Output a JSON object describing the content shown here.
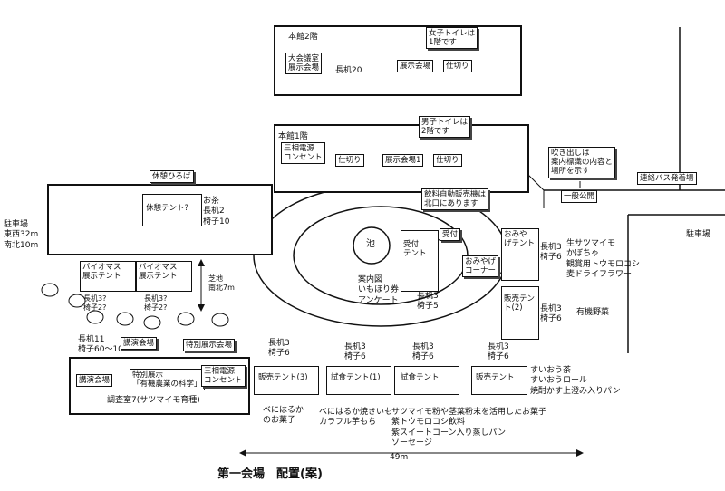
{
  "title": "第一会場　配置(案)",
  "honkan2": {
    "label": "本館2階",
    "daikaigi": "大会議室\n展示会場",
    "nagatsukue": "長机20",
    "tenji": "展示会場",
    "shikiri": "仕切り",
    "toilet": "女子トイレは\n1階です"
  },
  "honkan1": {
    "label": "本館1階",
    "sanso": "三相電源\nコンセント",
    "shikiri1": "仕切り",
    "tenji": "展示会場1",
    "shikiri2": "仕切り",
    "toilet": "男子トイレは\n2階です",
    "vending": "飲料自動販売機は\n北口にあります"
  },
  "fukidashi": "吹き出しは\n案内標識の内容と\n場所を示す",
  "ippan": "一般公開",
  "bus": "連絡バス発着場",
  "chusha_right": "駐車場",
  "chusha_left": "駐車場\n東西32m\n南北10m",
  "kyukei_sign": "休憩ひろば",
  "kyukei_tent": "休憩テント?",
  "ocha": "お茶\n長机2\n椅子10",
  "bio1": "バイオマス\n展示テント",
  "bio2": "バイオマス\n展示テント",
  "bio1_furn": "長机3?\n椅子2?",
  "bio2_furn": "長机3?\n椅子2?",
  "shiba": "芝地\n南北7m",
  "ike": "池",
  "uketsuke_tent": "受付\nテント",
  "uketsuke_sign": "受付",
  "annai": "案内図\nいもほり券\nアンケート",
  "center_furn": "長机3\n椅子5",
  "omiyage_tent": "おみや\nげテント",
  "omiyage_sign": "おみやげ\nコーナー",
  "omiyage_furn": "長机3\n椅子6",
  "omiyage_items": "生サツマイモ\nかぼちゃ\n観賞用トウモロコシ\n麦ドライフラワー",
  "hanbai2_tent": "販売テン\nト(2)",
  "hanbai2_furn": "長机3\n椅子6",
  "hanbai2_items": "有機野菜",
  "left_furn": "長机11\n椅子60～100",
  "koen_sign": "講演会場",
  "tokubetsu_sign": "特別展示会場",
  "koen_room": "講演会場",
  "tokubetsu_room": "特別展示\n「有機農業の科学」",
  "sanso2": "三相電源\nコンセント",
  "chosa": "調査室7(サツマイモ育種)",
  "hanbai3_furn": "長机3\n椅子6",
  "hanbai3_tent": "販売テント(3)",
  "hanbai3_items": "べにはるか\nのお菓子",
  "shishoku1_furn": "長机3\n椅子6",
  "shishoku1_tent": "試食テント(1)",
  "shishoku1_items": "べにはるか焼きいも\nカラフル芋もち",
  "shishoku_furn": "長机3\n椅子6",
  "shishoku_tent": "試食テント",
  "shishoku_items": "サツマイモ粉や茎葉粉末を活用したお菓子\n紫トウモロコシ飲料\n紫スイートコーン入り蒸しパン\nソーセージ",
  "hanbai_furn": "長机3\n椅子6",
  "hanbai_tent": "販売テント",
  "hanbai_items": "すいおう茶\nすいおうロール\n焼酎かす上澄み入りパン",
  "distance": "49m"
}
